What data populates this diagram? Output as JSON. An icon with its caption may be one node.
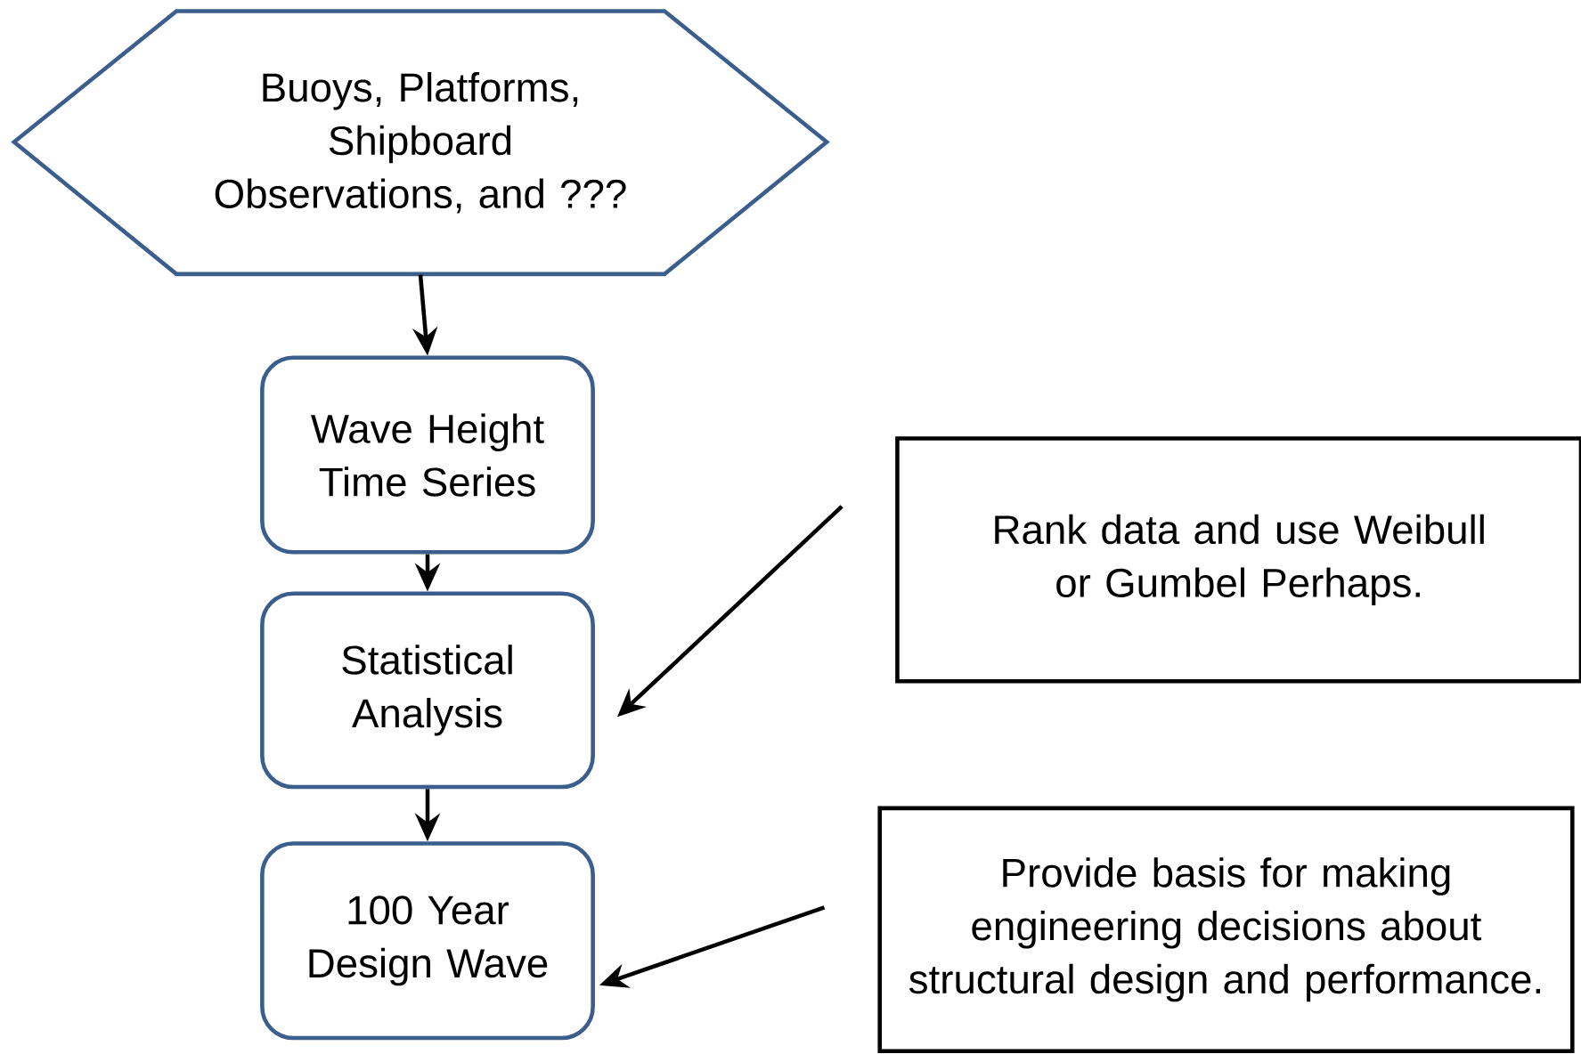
{
  "diagram": {
    "nodes": [
      {
        "text": [
          "Buoys, Platforms, Shipboard Observations, and ???"
        ]
      },
      {
        "text": [
          "Wave Height Time Series"
        ]
      },
      {
        "text": [
          "Statistical Analysis"
        ]
      },
      {
        "text": [
          "100 Year Design Wave"
        ]
      },
      {
        "text": [
          "Rank data and use Weibull or Gumbel Perhaps."
        ]
      },
      {
        "text": [
          "Provide basis for making engineering decisions about structural design and performance."
        ]
      }
    ],
    "edges": [
      {
        "from": 0,
        "to": 1,
        "arrow": "to"
      },
      {
        "from": 1,
        "to": 2,
        "arrow": "to"
      },
      {
        "from": 2,
        "to": 3,
        "arrow": "to"
      },
      {
        "from": 4,
        "to": 2,
        "arrow": "to"
      },
      {
        "from": 5,
        "to": 3,
        "arrow": "to"
      }
    ]
  }
}
